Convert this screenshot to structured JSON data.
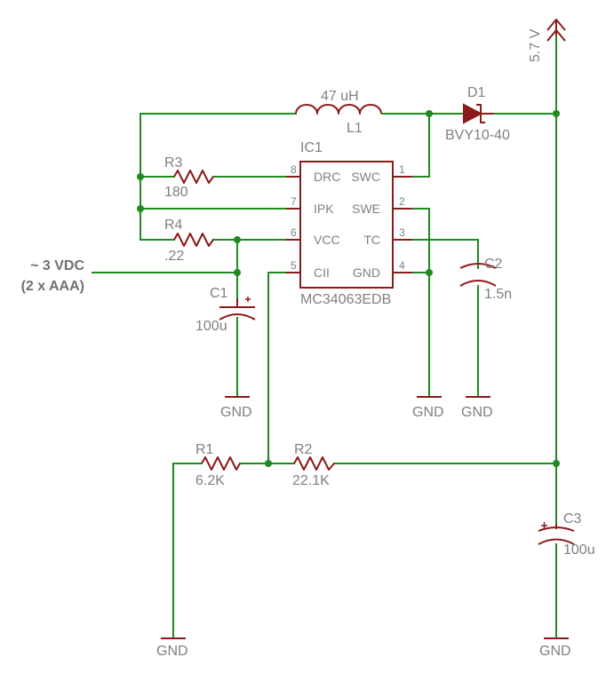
{
  "supply": {
    "voltage_out": "5.7 V",
    "input_line1": "~ 3 VDC",
    "input_line2": "(2 x AAA)"
  },
  "ic": {
    "ref": "IC1",
    "part": "MC34063EDB",
    "pins": {
      "p1": {
        "num": "1",
        "name": "SWC"
      },
      "p2": {
        "num": "2",
        "name": "SWE"
      },
      "p3": {
        "num": "3",
        "name": "TC"
      },
      "p4": {
        "num": "4",
        "name": "GND"
      },
      "p5": {
        "num": "5",
        "name": "CII"
      },
      "p6": {
        "num": "6",
        "name": "VCC"
      },
      "p7": {
        "num": "7",
        "name": "IPK"
      },
      "p8": {
        "num": "8",
        "name": "DRC"
      }
    }
  },
  "components": {
    "l1": {
      "ref": "L1",
      "value": "47 uH"
    },
    "d1": {
      "ref": "D1",
      "value": "BVY10-40"
    },
    "r3": {
      "ref": "R3",
      "value": "180"
    },
    "r4": {
      "ref": "R4",
      "value": ".22"
    },
    "c1": {
      "ref": "C1",
      "value": "100u"
    },
    "c2": {
      "ref": "C2",
      "value": "1.5n"
    },
    "c3": {
      "ref": "C3",
      "value": "100u"
    },
    "r1": {
      "ref": "R1",
      "value": "6.2K"
    },
    "r2": {
      "ref": "R2",
      "value": "22.1K"
    }
  },
  "grounds": {
    "label": "GND"
  }
}
